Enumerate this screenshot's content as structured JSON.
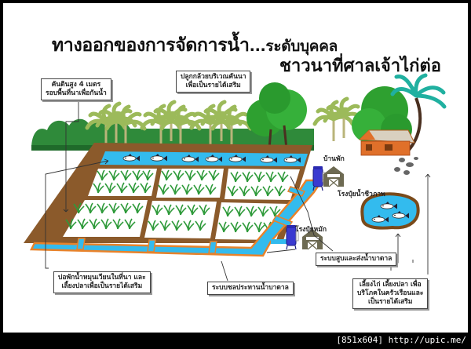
{
  "title": {
    "line1": "ทางออกของการจัดการน้ำ",
    "line1_suffix": "...ระดับบุคคล",
    "line2": "ชาวนาที่ศาลเจ้าไก่ต่อ"
  },
  "callouts": {
    "dike": [
      "คันดินสูง 4 เมตร",
      "รอบพื้นที่นาเพื่อกันน้ำ"
    ],
    "banana": [
      "ปลูกกล้วยบริเวณคันนา",
      "เพื่อเป็นรายได้เสริม"
    ],
    "pond_fields": [
      "บ่อพักน้ำหมุนเวียนในที่นา และ",
      "เลี้ยงปลาเพื่อเป็นรายได้เสริม"
    ],
    "irrigation": [
      "ระบบชลประทานน้ำบาดาล"
    ],
    "pump": [
      "ระบบสูบและส่งน้ำบาดาล"
    ],
    "livestock": [
      "เลี้ยงไก่ เลี้ยงปลา เพื่อ",
      "บริโภคในครัวเรือนและ",
      "เป็นรายได้เสริม"
    ]
  },
  "labels": {
    "house": "บ้านพัก",
    "biogas": "โรงปุ๋ยน้ำชีวภาพ",
    "compost": "โรงปุ๋ยหมัก"
  },
  "icons": [
    "fish-icon",
    "rice-plant-icon",
    "banana-tree-icon",
    "tree-icon",
    "palm-tree-icon",
    "house-icon",
    "barn-icon",
    "water-tank-icon",
    "chicken-icon"
  ],
  "colors": {
    "water": "#33bbee",
    "earth": "#8b5a2b",
    "canal_border": "#e8822a",
    "rice": "#2e9a3a",
    "tank": "#3a3ad0",
    "barn": "#6d6a52",
    "house_roof": "#d9d0c0",
    "house_wall": "#e0702a"
  },
  "footer": "[851x604] http://upic.me/"
}
